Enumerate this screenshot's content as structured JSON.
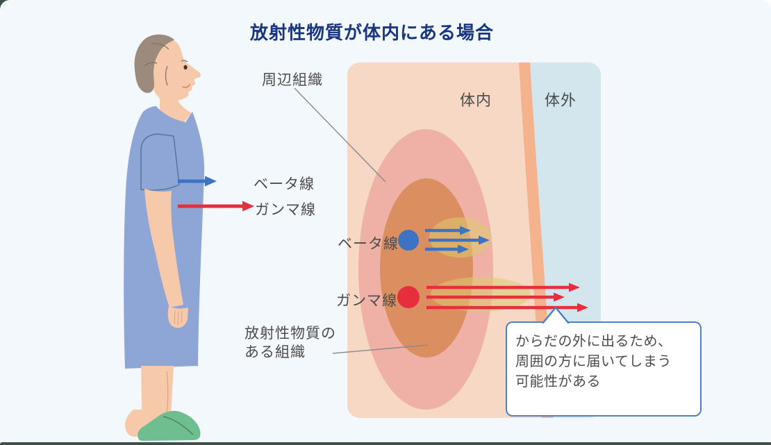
{
  "title": "放射性物質が体内にある場合",
  "person": {
    "description": "elderly-patient-in-gown",
    "beta_arrow_label": "ベータ線",
    "gamma_arrow_label": "ガンマ線"
  },
  "diagram": {
    "surrounding_tissue_label": "周辺組織",
    "inside_body_label": "体内",
    "outside_body_label": "体外",
    "beta_ray_label": "ベータ線",
    "gamma_ray_label": "ガンマ線",
    "source_tissue_label_line1": "放射性物質の",
    "source_tissue_label_line2": "ある組織"
  },
  "callout": {
    "line1": "からだの外に出るため、",
    "line2": "周囲の方に届いてしまう",
    "line3": "可能性がある"
  },
  "colors": {
    "canvas_bg": "#f3f8fc",
    "title_blue": "#18367f",
    "label_gray": "#4b4b4b",
    "beta_blue": "#3e72c2",
    "gamma_red": "#e62e3e",
    "inside_body_pink": "#f6d8c5",
    "skin_band_salmon": "#f4b28d",
    "outside_body_blue": "#d3e6ee",
    "tissue_mid_pink": "#efb0a6",
    "source_tissue_orange": "#db8f60",
    "glow_yellow": "#ddcb6f",
    "callout_border_blue": "#4d7fc4",
    "bottom_strip_green": "#3e5146"
  }
}
